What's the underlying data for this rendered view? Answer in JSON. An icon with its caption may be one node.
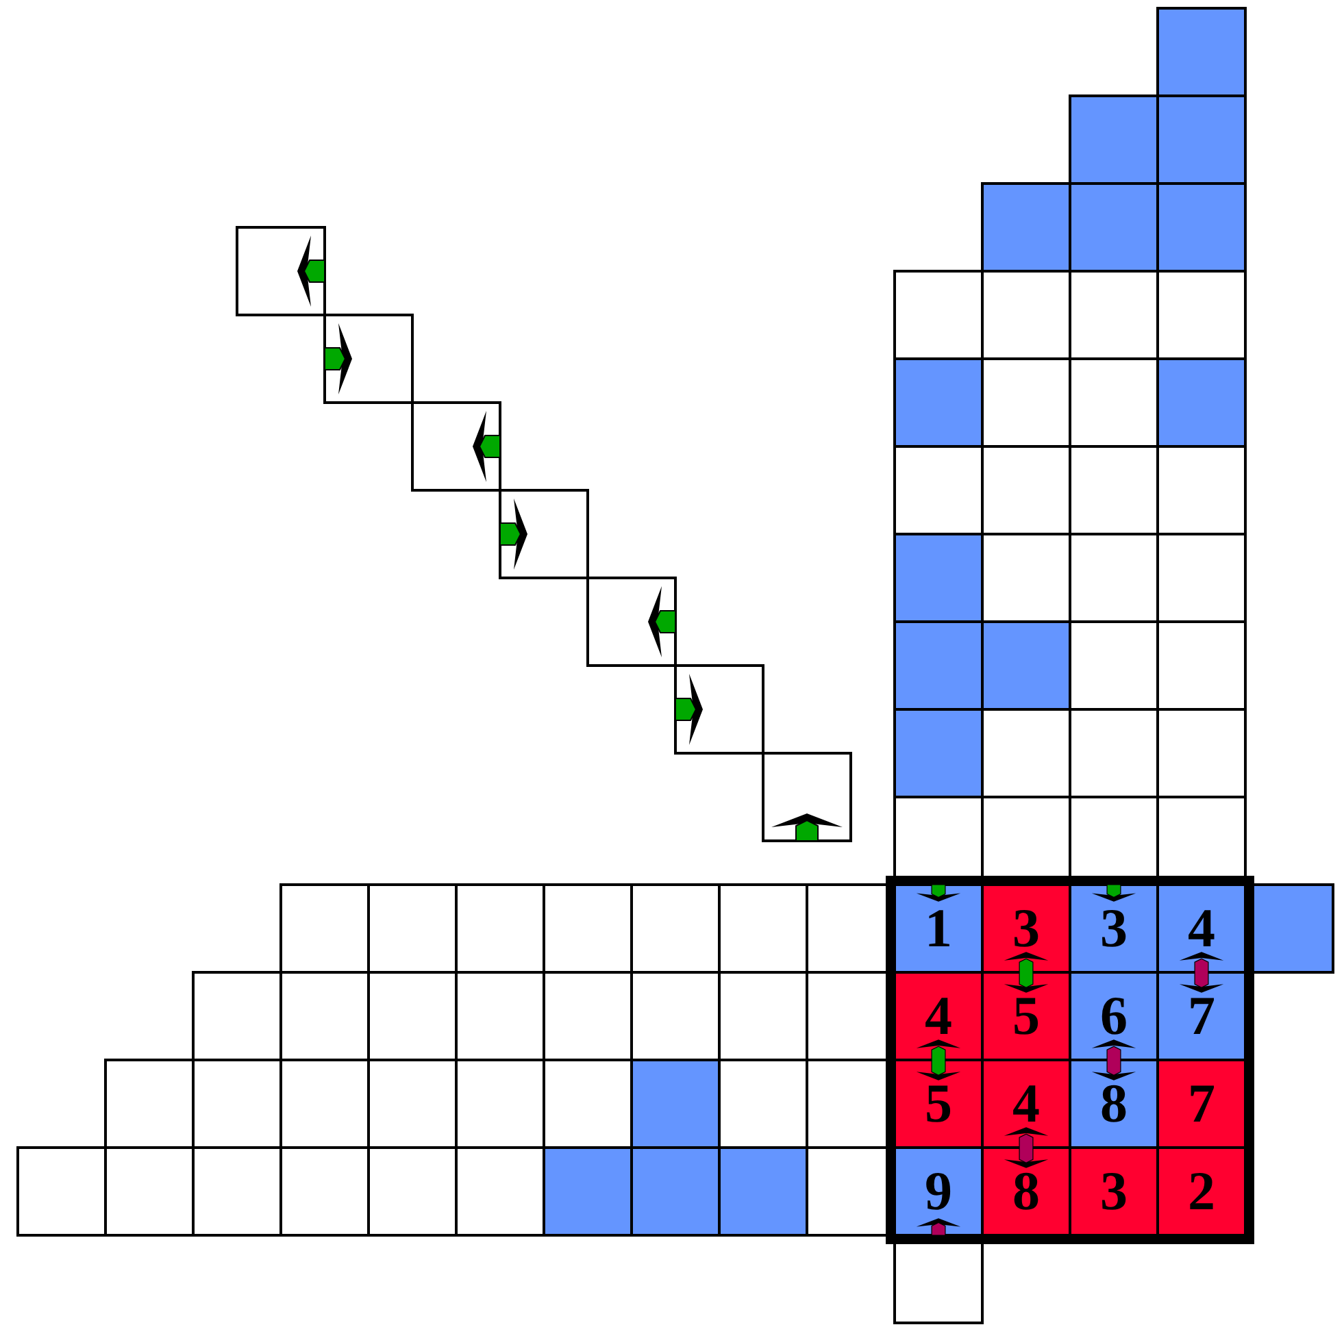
{
  "diagram": {
    "labels": [
      "1",
      "3",
      "3",
      "4",
      "4",
      "5",
      "6",
      "7",
      "5",
      "4",
      "8",
      "7",
      "9",
      "8",
      "3",
      "2"
    ]
  }
}
